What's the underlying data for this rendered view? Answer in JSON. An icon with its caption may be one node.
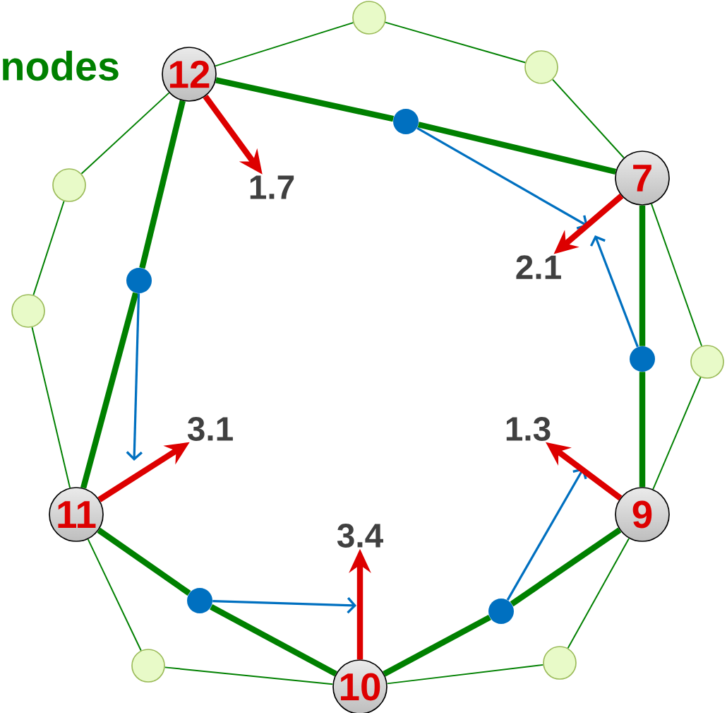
{
  "diagram": {
    "title": "nodes",
    "nodes": [
      {
        "text": [
          "12"
        ]
      },
      {
        "text": [
          "7"
        ]
      },
      {
        "text": [
          "9"
        ]
      },
      {
        "text": [
          "10"
        ]
      },
      {
        "text": [
          "11"
        ]
      },
      {
        "text": [],
        "shape": "circle"
      },
      {
        "text": [],
        "shape": "circle"
      },
      {
        "text": [],
        "shape": "circle"
      },
      {
        "text": [],
        "shape": "circle"
      },
      {
        "text": [],
        "shape": "circle"
      },
      {
        "text": [],
        "shape": "circle"
      },
      {
        "text": [],
        "shape": "circle"
      },
      {
        "text": [],
        "shape": "dot"
      },
      {
        "text": [],
        "shape": "dot"
      },
      {
        "text": [],
        "shape": "dot"
      },
      {
        "text": [],
        "shape": "dot"
      },
      {
        "text": [],
        "shape": "dot"
      },
      {
        "text": [
          "1.7"
        ]
      },
      {
        "text": [
          "2.1"
        ]
      },
      {
        "text": [
          "1.3"
        ]
      },
      {
        "text": [
          "3.4"
        ]
      },
      {
        "text": [
          "3.1"
        ]
      }
    ],
    "edges": [
      {
        "from": 0,
        "to": 5,
        "arrow": "none"
      },
      {
        "from": 5,
        "to": 6,
        "arrow": "none"
      },
      {
        "from": 6,
        "to": 1,
        "arrow": "none"
      },
      {
        "from": 1,
        "to": 7,
        "arrow": "none"
      },
      {
        "from": 7,
        "to": 2,
        "arrow": "none"
      },
      {
        "from": 2,
        "to": 8,
        "arrow": "none"
      },
      {
        "from": 8,
        "to": 3,
        "arrow": "none"
      },
      {
        "from": 3,
        "to": 9,
        "arrow": "none"
      },
      {
        "from": 9,
        "to": 4,
        "arrow": "none"
      },
      {
        "from": 4,
        "to": 10,
        "arrow": "none"
      },
      {
        "from": 10,
        "to": 11,
        "arrow": "none"
      },
      {
        "from": 11,
        "to": 0,
        "arrow": "none"
      },
      {
        "from": 0,
        "to": 12,
        "arrow": "none",
        "style": "thick"
      },
      {
        "from": 12,
        "to": 1,
        "arrow": "none",
        "style": "thick"
      },
      {
        "from": 1,
        "to": 13,
        "arrow": "none",
        "style": "thick"
      },
      {
        "from": 13,
        "to": 2,
        "arrow": "none",
        "style": "thick"
      },
      {
        "from": 2,
        "to": 14,
        "arrow": "none",
        "style": "thick"
      },
      {
        "from": 14,
        "to": 3,
        "arrow": "none",
        "style": "thick"
      },
      {
        "from": 3,
        "to": 15,
        "arrow": "none",
        "style": "thick"
      },
      {
        "from": 15,
        "to": 4,
        "arrow": "none",
        "style": "thick"
      },
      {
        "from": 4,
        "to": 16,
        "arrow": "none",
        "style": "thick"
      },
      {
        "from": 16,
        "to": 0,
        "arrow": "none",
        "style": "thick"
      },
      {
        "from": 12,
        "to": null,
        "arrow": "to",
        "color": "#0070c0"
      },
      {
        "from": 13,
        "to": null,
        "arrow": "to",
        "color": "#0070c0"
      },
      {
        "from": 14,
        "to": null,
        "arrow": "to",
        "color": "#0070c0"
      },
      {
        "from": 15,
        "to": null,
        "arrow": "to",
        "color": "#0070c0"
      },
      {
        "from": 16,
        "to": null,
        "arrow": "to",
        "color": "#0070c0"
      },
      {
        "from": 0,
        "to": 17,
        "arrow": "to",
        "style": "thick",
        "color": "#dd0000"
      },
      {
        "from": 1,
        "to": 18,
        "arrow": "to",
        "style": "thick",
        "color": "#dd0000"
      },
      {
        "from": 2,
        "to": 19,
        "arrow": "to",
        "style": "thick",
        "color": "#dd0000"
      },
      {
        "from": 3,
        "to": 20,
        "arrow": "to",
        "style": "thick",
        "color": "#dd0000"
      },
      {
        "from": 4,
        "to": 21,
        "arrow": "to",
        "style": "thick",
        "color": "#dd0000"
      }
    ]
  }
}
